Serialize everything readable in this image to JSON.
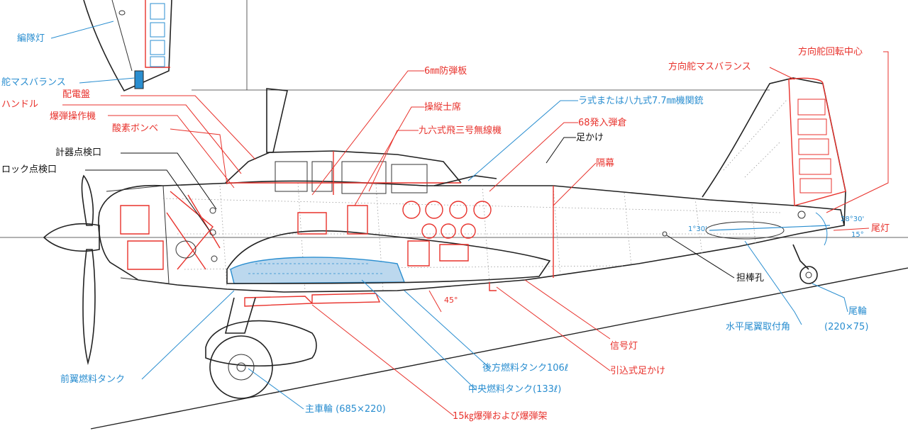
{
  "colors": {
    "red": "#e8322c",
    "blue": "#2a8ed0",
    "black": "#111111"
  },
  "labels": {
    "formation_light": "編隊灯",
    "rudder_mass_balance_left": "舵マスバランス",
    "handle": "ハンドル",
    "switchboard": "配電盤",
    "bomb_release": "爆弾操作機",
    "oxygen_cylinder": "酸素ボンベ",
    "instrument_hatch": "計器点検口",
    "lock_hatch": "ロック点検口",
    "armor_plate": "6㎜防弾板",
    "pilot_seat": "操縦士席",
    "radio": "九六式飛三号無線機",
    "mg": "ラ式または八九式7.7㎜機関銃",
    "ammo_drums": "68発入弾倉",
    "step": "足かけ",
    "bulkhead": "隔幕",
    "rudder_mass_balance": "方向舵マスバランス",
    "rudder_pivot": "方向舵回転中心",
    "tail_light": "尾灯",
    "handling_hole": "担棒孔",
    "tail_wheel": "尾輪",
    "tail_wheel_size": "(220×75)",
    "stabilizer_mount": "水平尾翼取付角",
    "signal_light": "信号灯",
    "retractable_step": "引込式足かけ",
    "rear_tank": "後方燃料タンク106ℓ",
    "center_tank": "中央燃料タンク(133ℓ)",
    "bombs": "15㎏爆弾および爆弾架",
    "main_wheel": "主車輪 (685×220)",
    "front_tank": "前翼燃料タンク",
    "angle_45": "45°",
    "angle_2830": "28°30'",
    "angle_15": "15°",
    "angle_130": "1°30'"
  }
}
